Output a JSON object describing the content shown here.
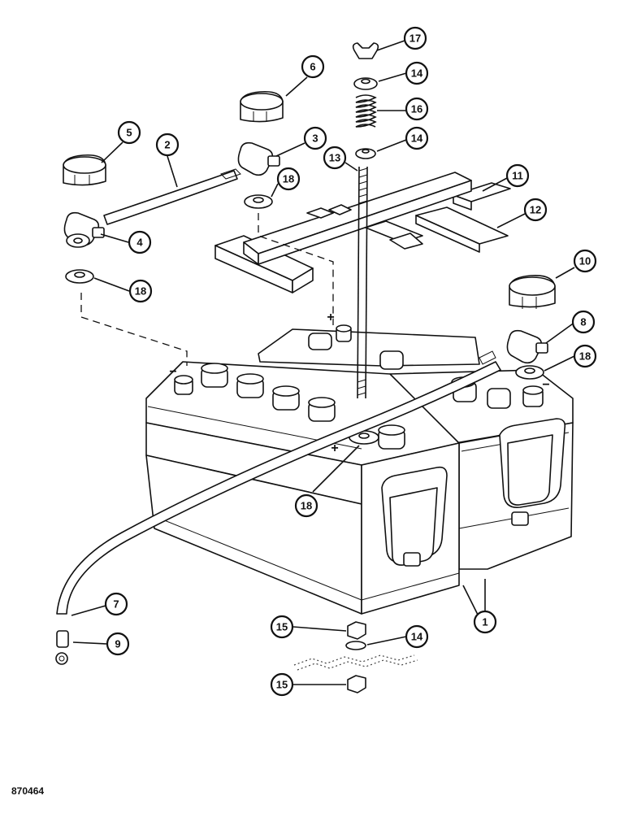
{
  "drawing_number": "870464",
  "polarity": {
    "positive": "+",
    "negative": "−"
  },
  "callouts": [
    {
      "id": "c1",
      "label": "1"
    },
    {
      "id": "c2",
      "label": "2"
    },
    {
      "id": "c3",
      "label": "3"
    },
    {
      "id": "c4",
      "label": "4"
    },
    {
      "id": "c5",
      "label": "5"
    },
    {
      "id": "c6",
      "label": "6"
    },
    {
      "id": "c7",
      "label": "7"
    },
    {
      "id": "c8",
      "label": "8"
    },
    {
      "id": "c9",
      "label": "9"
    },
    {
      "id": "c10",
      "label": "10"
    },
    {
      "id": "c11",
      "label": "11"
    },
    {
      "id": "c12",
      "label": "12"
    },
    {
      "id": "c13",
      "label": "13"
    },
    {
      "id": "c14a",
      "label": "14"
    },
    {
      "id": "c14b",
      "label": "14"
    },
    {
      "id": "c14c",
      "label": "14"
    },
    {
      "id": "c15a",
      "label": "15"
    },
    {
      "id": "c15b",
      "label": "15"
    },
    {
      "id": "c16",
      "label": "16"
    },
    {
      "id": "c17",
      "label": "17"
    },
    {
      "id": "c18a",
      "label": "18"
    },
    {
      "id": "c18b",
      "label": "18"
    },
    {
      "id": "c18c",
      "label": "18"
    },
    {
      "id": "c18d",
      "label": "18"
    }
  ]
}
